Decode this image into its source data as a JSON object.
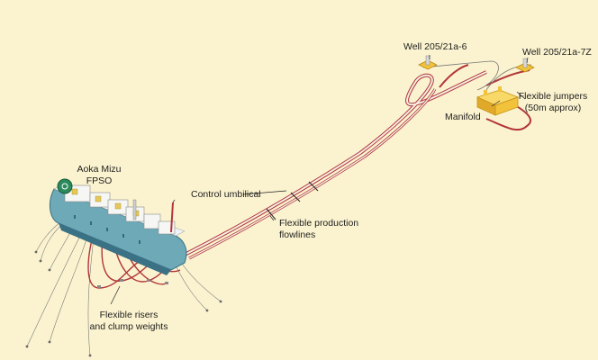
{
  "labels": {
    "fpso_line1": "Aoka Mizu",
    "fpso_line2": "FPSO",
    "control_umbilical": "Control umbilical",
    "flowlines_line1": "Flexible production",
    "flowlines_line2": "flowlines",
    "manifold": "Manifold",
    "well_a": "Well 205/21a-6",
    "well_b": "Well 205/21a-7Z",
    "jumpers_line1": "Flexible jumpers",
    "jumpers_line2": "(50m approx)",
    "risers_line1": "Flexible risers",
    "risers_line2": "and clump weights"
  },
  "colors": {
    "background": "#fbf3cf",
    "pipe_red": "#b2353b",
    "pipe_white": "#f4efe2",
    "hull_blue": "#5d9fb0",
    "deck": "#eef4f6",
    "manifold_yellow": "#f2c23a",
    "mooring": "#6e6e6e"
  }
}
